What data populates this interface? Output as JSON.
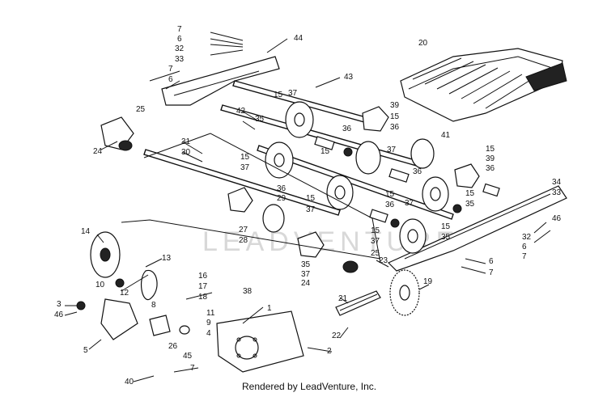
{
  "watermark": "LEADVENTURE",
  "credit": "Rendered by LeadVenture, Inc.",
  "callouts": [
    "1",
    "2",
    "3",
    "4",
    "5",
    "6",
    "7",
    "8",
    "9",
    "10",
    "11",
    "12",
    "13",
    "14",
    "15",
    "16",
    "17",
    "18",
    "19",
    "20",
    "21",
    "22",
    "23",
    "24",
    "25",
    "26",
    "27",
    "28",
    "29",
    "30",
    "31",
    "32",
    "33",
    "34",
    "35",
    "36",
    "37",
    "38",
    "39",
    "40",
    "41",
    "42",
    "43",
    "44",
    "45",
    "46"
  ]
}
